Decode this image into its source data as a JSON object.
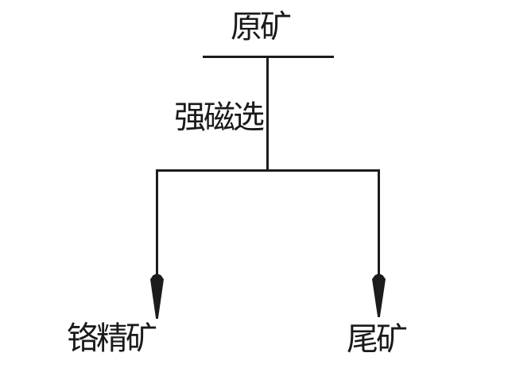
{
  "diagram": {
    "type": "flowchart",
    "description": "Mineral processing flowsheet: raw ore passes through high-intensity magnetic separation, splitting into chromite concentrate and tailings",
    "nodes": {
      "source": {
        "label": "原矿"
      },
      "process": {
        "label": "强磁选"
      },
      "output_left": {
        "label": "铬精矿"
      },
      "output_right": {
        "label": "尾矿"
      }
    },
    "edges": [
      {
        "from": "source",
        "to": "process",
        "style": "plain"
      },
      {
        "from": "process",
        "to": "output_left",
        "style": "arrow"
      },
      {
        "from": "process",
        "to": "output_right",
        "style": "arrow"
      }
    ],
    "colors": {
      "line": "#1c1c1c",
      "text": "#1a1a1a",
      "background": "#ffffff"
    }
  }
}
